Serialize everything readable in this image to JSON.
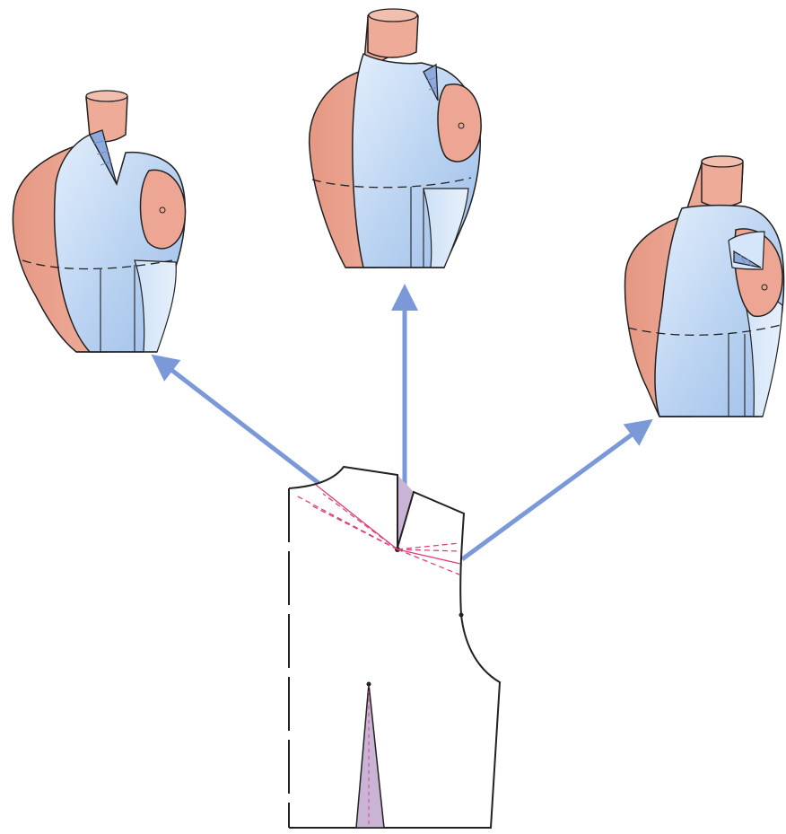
{
  "diagram": {
    "type": "dart-manipulation",
    "forms": [
      {
        "id": "neckline-dart",
        "dart_location": "neckline"
      },
      {
        "id": "shoulder-dart",
        "dart_location": "shoulder"
      },
      {
        "id": "armhole-dart",
        "dart_location": "armhole"
      }
    ],
    "colors": {
      "skin": "#e9a18c",
      "skin_dark": "#d9826d",
      "bodice_light": "#d8e8fa",
      "bodice_mid": "#b8d2f2",
      "bodice_dark": "#9fc0ea",
      "dart_fill": "#8ea9dc",
      "arrow": "#7b98d8",
      "pivot_lines": "#e0407a",
      "pattern_dart": "#c9b4d6",
      "outline": "#222222"
    }
  }
}
